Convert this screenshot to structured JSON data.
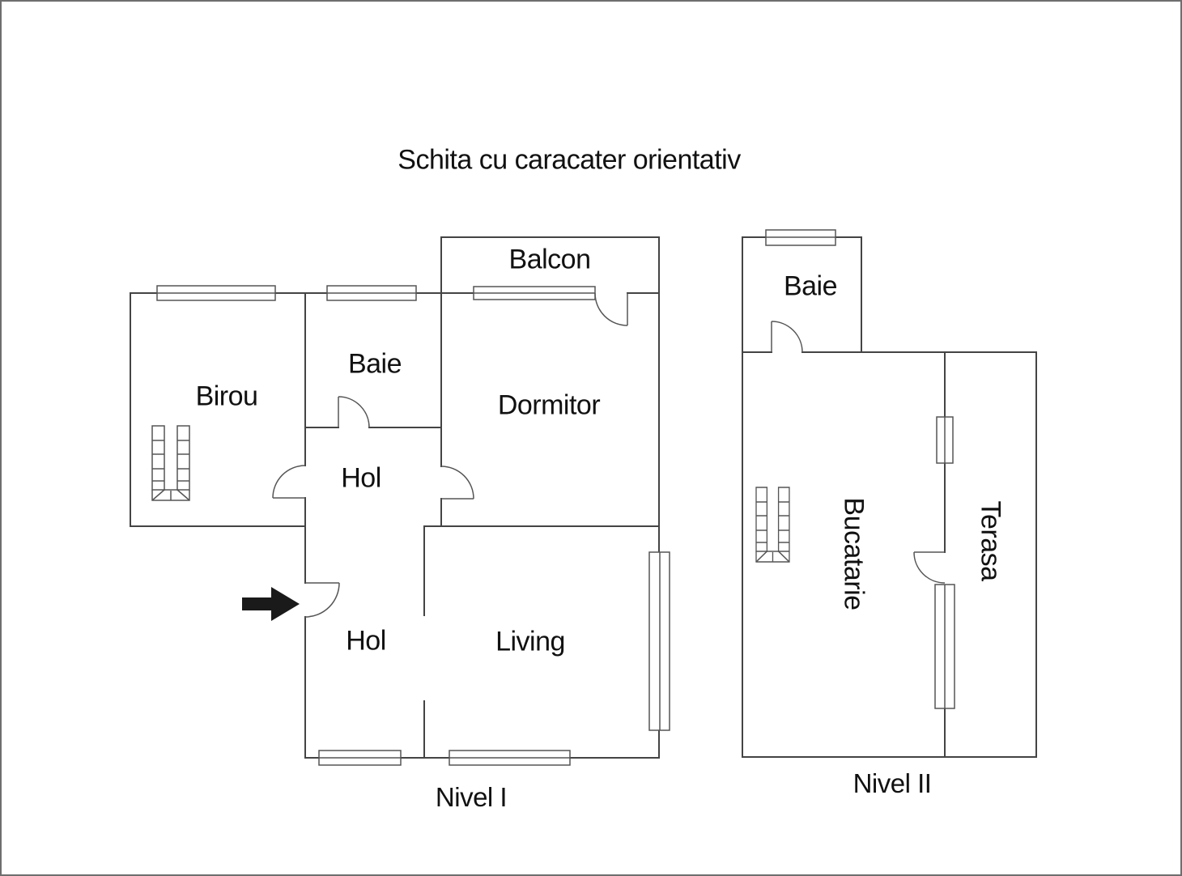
{
  "title": "Schita cu caracater orientativ",
  "colors": {
    "background": "#ffffff",
    "frame": "#6e6e6e",
    "wall": "#444444",
    "detail": "#555555",
    "text": "#111111",
    "arrow": "#1a1a1a"
  },
  "icons": {
    "entrance_arrow": "arrow-right-icon",
    "staircase": "stairs-icon"
  },
  "level1": {
    "name": "Nivel I",
    "rooms": {
      "birou": "Birou",
      "baie": "Baie",
      "balcon": "Balcon",
      "dormitor": "Dormitor",
      "hol_upper": "Hol",
      "hol_lower": "Hol",
      "living": "Living"
    }
  },
  "level2": {
    "name": "Nivel II",
    "rooms": {
      "baie": "Baie",
      "bucatarie": "Bucatarie",
      "terasa": "Terasa"
    }
  }
}
